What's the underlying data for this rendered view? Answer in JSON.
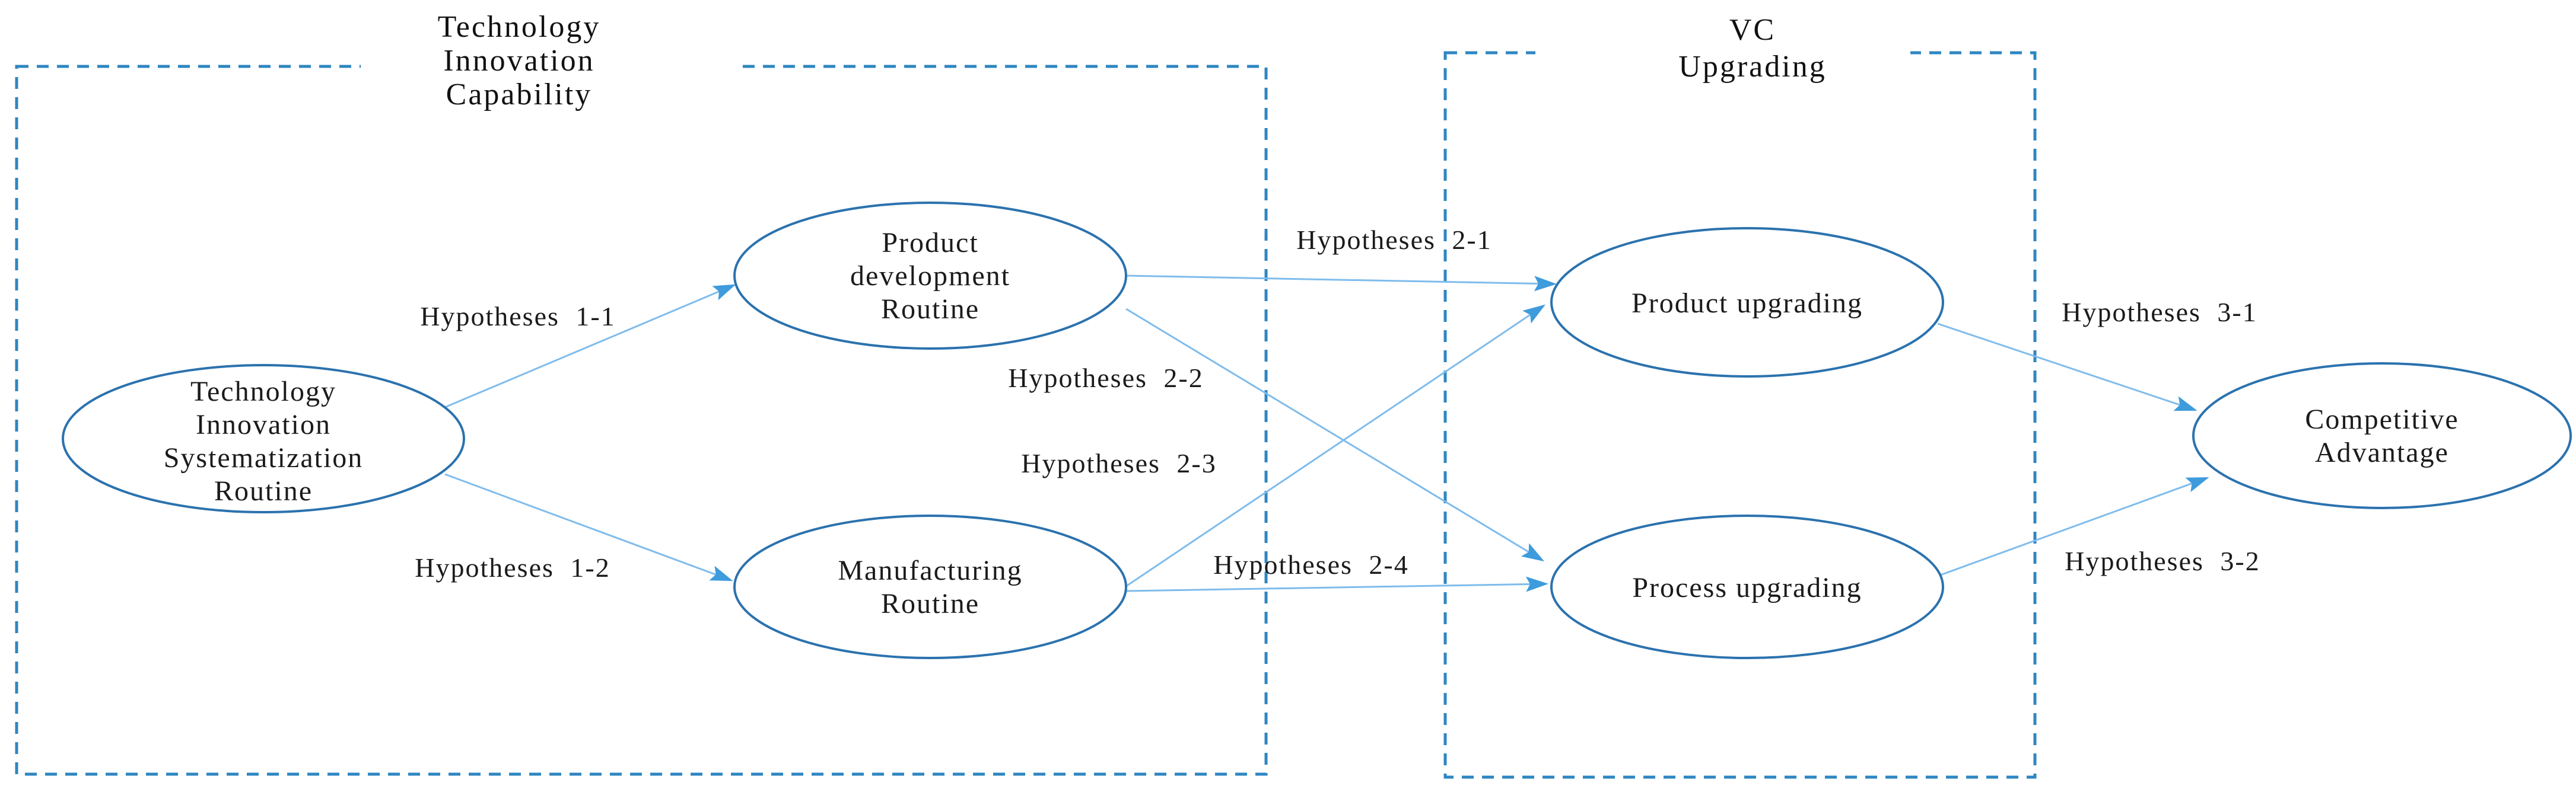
{
  "diagram": {
    "groups": [
      {
        "id": "technology-innovation-capability",
        "title_lines": [
          "Technology",
          "Innovation",
          "Capability"
        ]
      },
      {
        "id": "vc-upgrading",
        "title_lines": [
          "VC",
          "Upgrading"
        ]
      }
    ],
    "nodes": [
      {
        "id": "technology-innovation-systematization-routine",
        "lines": [
          "Technology",
          "Innovation",
          "Systematization",
          "Routine"
        ]
      },
      {
        "id": "product-development-routine",
        "lines": [
          "Product",
          "development",
          "Routine"
        ]
      },
      {
        "id": "manufacturing-routine",
        "lines": [
          "Manufacturing",
          "Routine"
        ]
      },
      {
        "id": "product-upgrading",
        "lines": [
          "Product upgrading"
        ]
      },
      {
        "id": "process-upgrading",
        "lines": [
          "Process upgrading"
        ]
      },
      {
        "id": "competitive-advantage",
        "lines": [
          "Competitive",
          "Advantage"
        ]
      }
    ],
    "edges": [
      {
        "label": "Hypotheses 1-1",
        "from": "technology-innovation-systematization-routine",
        "to": "product-development-routine"
      },
      {
        "label": "Hypotheses 1-2",
        "from": "technology-innovation-systematization-routine",
        "to": "manufacturing-routine"
      },
      {
        "label": "Hypotheses 2-1",
        "from": "product-development-routine",
        "to": "product-upgrading"
      },
      {
        "label": "Hypotheses 2-2",
        "from": "product-development-routine",
        "to": "process-upgrading"
      },
      {
        "label": "Hypotheses 2-3",
        "from": "manufacturing-routine",
        "to": "product-upgrading"
      },
      {
        "label": "Hypotheses 2-4",
        "from": "manufacturing-routine",
        "to": "process-upgrading"
      },
      {
        "label": "Hypotheses 3-1",
        "from": "product-upgrading",
        "to": "competitive-advantage"
      },
      {
        "label": "Hypotheses 3-2",
        "from": "process-upgrading",
        "to": "competitive-advantage"
      }
    ],
    "colors": {
      "node_stroke": "#2B72AE",
      "arrow_line": "#7FBCEC",
      "arrow_head": "#3E9BDC",
      "box_dash": "#2E86C1",
      "text": "#1B1B1B"
    }
  }
}
